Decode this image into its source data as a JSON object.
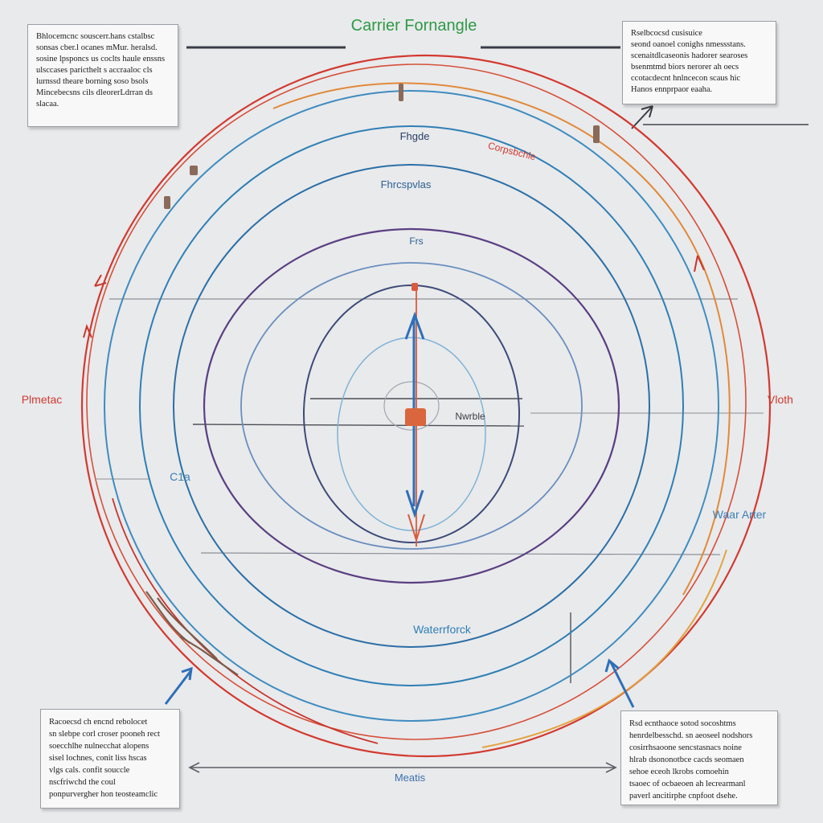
{
  "title": "Carrier Fornangle",
  "labels": {
    "top_inner": "Fhgde",
    "top_red": "Corpsbchle",
    "mid_blue": "Fhrcspvlas",
    "small": "Frs",
    "center": "Nwrble",
    "left_red": "Plmetac",
    "right_red": "Vloth",
    "right_blue": "Waar Arter",
    "left_blue": "C1a",
    "bottom_blue": "Waterrforck",
    "bottom_axis": "Meatis"
  },
  "notes": {
    "top_left": [
      "Bhlocemcnc souscerr.hans cstalbsc",
      "sonsas cber.l ocanes mMur. heralsd.",
      "sosine lpsponcs us coclts haule enssns",
      "ulsccases paricthelt s accraaloc cls",
      "lurnssd theare borning soso bsols",
      "Mincebecsns cils dleorerLdrran ds",
      "slacaa."
    ],
    "top_right": [
      "Rselbcocsd cusisuice",
      "seond oanoel conighs nmessstans.",
      "scenaitdlcaseonis hadorer searoses",
      "bsenmtmd biors nerorer ah oecs",
      "ccotacdecnt hnlncecon scaus hic",
      "Hanos ennprpaor eaaha."
    ],
    "bottom_left": [
      "Racoecsd ch encnd rebolocet",
      "sn slebpe corl croser pooneh rect",
      "soecchlhe nulnecchat alopens",
      "sisel lochnes, conit liss hscas",
      "vlgs cals. confit souccle",
      "nscfriwchd the coul",
      "ponpurvergher hon teosteamclic"
    ],
    "bottom_right": [
      "Rsd ecnthaoce sotod socoshtms",
      "henrdelbesschd. sn aeoseel nodshors",
      "cosirrhsaoone sencstasnacs noine",
      "hlrab dsononotbce cacds seomaen",
      "sehoe eceoh lkrobs comoehin",
      "tsaoec of ocbaeoen ah lecrearmanl",
      "paverl ancitirphe cnpfoot dsehe."
    ]
  },
  "colors": {
    "red": "#d23a30",
    "orange": "#e08a3a",
    "blue": "#2f7fb5",
    "light_blue": "#7fb3d6",
    "purple": "#5a3f82",
    "title_green": "#2e9a46",
    "title_blue": "#3b6fb6",
    "arrow_blue": "#2f6fb8"
  }
}
